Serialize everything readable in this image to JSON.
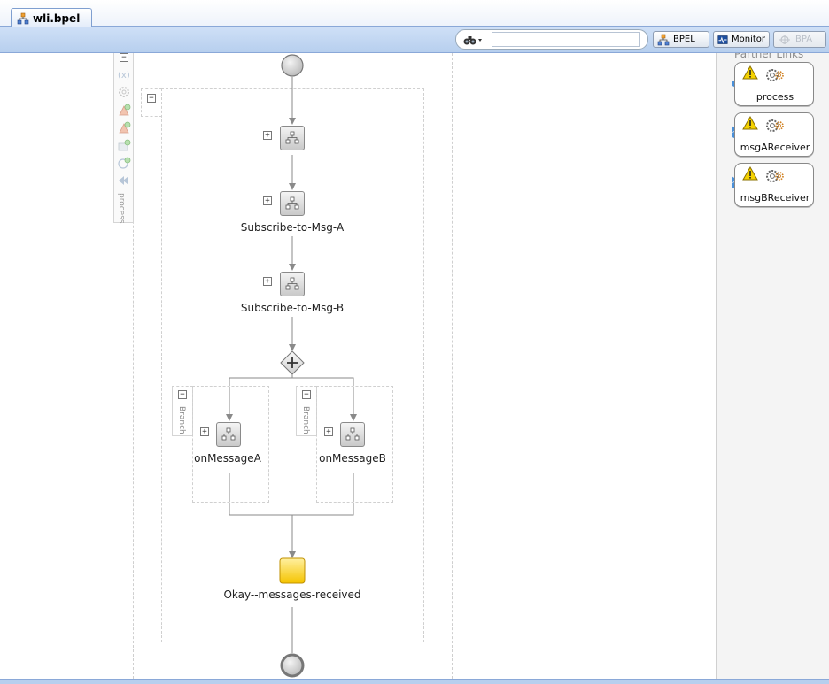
{
  "tab": {
    "title": "wli.bpel"
  },
  "toolbar": {
    "search_value": "",
    "bpel_label": "BPEL",
    "monitor_label": "Monitor",
    "bpa_label": "BPA"
  },
  "palette": {
    "label": "process"
  },
  "process": {
    "activities": [
      {
        "label": ""
      },
      {
        "label": "Subscribe-to-Msg-A"
      },
      {
        "label": "Subscribe-to-Msg-B"
      }
    ],
    "branches": [
      {
        "tab_label": "Branch",
        "activity_label": "onMessageA"
      },
      {
        "tab_label": "Branch",
        "activity_label": "onMessageB"
      }
    ],
    "final_activity": "Okay--messages-received"
  },
  "partner_links": {
    "header": "Partner Links",
    "items": [
      {
        "name": "process"
      },
      {
        "name": "msgAReceiver"
      },
      {
        "name": "msgBReceiver"
      }
    ]
  },
  "colors": {
    "toolbar": "#b7cfee",
    "node_gray": "#c9c9c9",
    "empty_activity": "#ffd84a",
    "link_blue": "#4a90d9",
    "warning_yellow": "#f5d200"
  }
}
